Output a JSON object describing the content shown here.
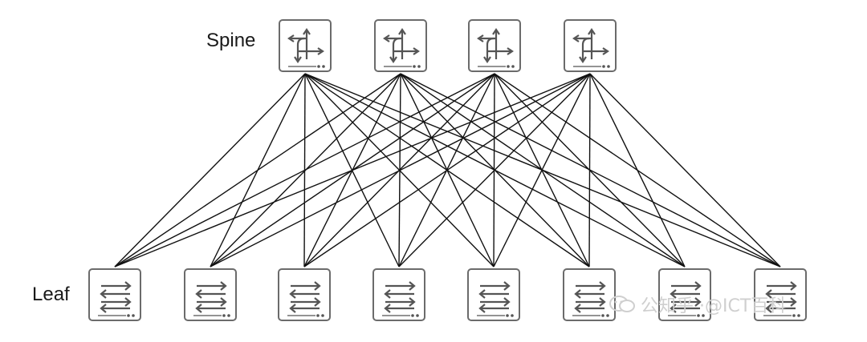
{
  "labels": {
    "spine": "Spine",
    "leaf": "Leaf"
  },
  "spine_count": 4,
  "leaf_count": 8,
  "topology": "full-mesh",
  "icons": {
    "spine": "router-icon",
    "leaf": "switch-icon"
  },
  "colors": {
    "link": "#111111",
    "node_border": "#6b6b6b",
    "icon": "#555555",
    "watermark": "#cfcfcf"
  },
  "watermark": {
    "text": "公知乎 ·@ICT百科",
    "logo": "wechat-logo"
  }
}
